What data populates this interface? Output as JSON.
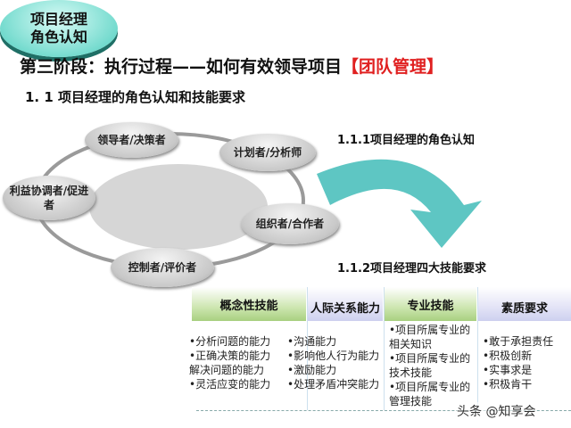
{
  "title": {
    "main": "第三阶段：执行过程——如何有效领导项目",
    "highlight": "【团队管理】"
  },
  "subtitle": "1. 1 项目经理的角色认知和技能要求",
  "diagram": {
    "center": [
      "项目经理",
      "角色认知"
    ],
    "roles": [
      "领导者/决策者",
      "计划者/分析师",
      "利益协调者/促进者",
      "组织者/合作者",
      "控制者/评价者"
    ]
  },
  "section1": "1.1.1项目经理的角色认知",
  "section2": "1.1.2项目经理四大技能要求",
  "table": {
    "headers": [
      "概念性技能",
      "人际关系能力",
      "专业技能",
      "素质要求"
    ],
    "columns": [
      [
        "•分析问题的能力",
        "•正确决策的能力",
        "解决问题的能力",
        "•灵活应变的能力"
      ],
      [
        "•沟通能力",
        "•影响他人行为能力",
        "•激励能力",
        "•处理矛盾冲突能力"
      ],
      [
        "•项目所属专业的",
        "相关知识",
        "•项目所属专业的",
        "技术技能",
        "•项目所属专业的",
        "管理技能"
      ],
      [
        "•敢于承担责任",
        "•积极创新",
        "•实事求是",
        "•积极肯干"
      ]
    ]
  },
  "watermark": "头条 @知享会"
}
